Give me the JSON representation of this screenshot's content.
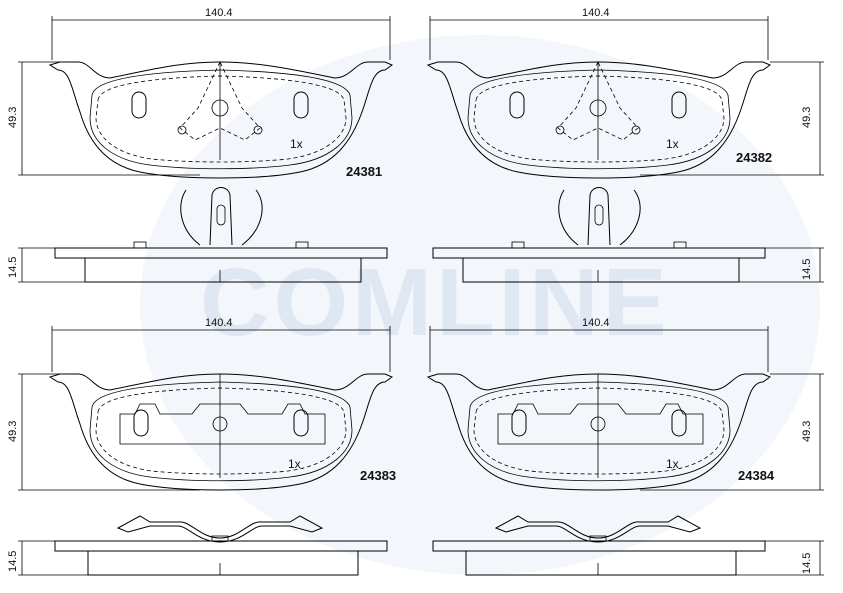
{
  "watermark": {
    "text": "COMLINE",
    "color": "#dfe7f3"
  },
  "pads": [
    {
      "code": "24381",
      "quantity": "1x",
      "width": "140.4",
      "height": "49.3",
      "thickness": "14.5",
      "clip": "center-spring"
    },
    {
      "code": "24382",
      "quantity": "1x",
      "width": "140.4",
      "height": "49.3",
      "thickness": "14.5",
      "clip": "center-spring"
    },
    {
      "code": "24383",
      "quantity": "1x",
      "width": "140.4",
      "height": "49.3",
      "thickness": "14.5",
      "clip": "wire-spring"
    },
    {
      "code": "24384",
      "quantity": "1x",
      "width": "140.4",
      "height": "49.3",
      "thickness": "14.5",
      "clip": "wire-spring"
    }
  ]
}
